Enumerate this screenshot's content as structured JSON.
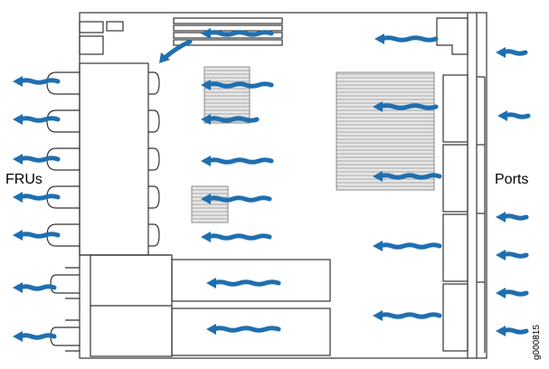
{
  "labels": {
    "frus": "FRUs",
    "ports": "Ports",
    "figure_id": "g000815"
  },
  "colors": {
    "airflow_arrow": "#1f6fb0",
    "outline": "#333333",
    "heatsink_fill": "#dcdcdc"
  },
  "icons": {
    "airflow": "wavy-arrow-left-icon"
  }
}
